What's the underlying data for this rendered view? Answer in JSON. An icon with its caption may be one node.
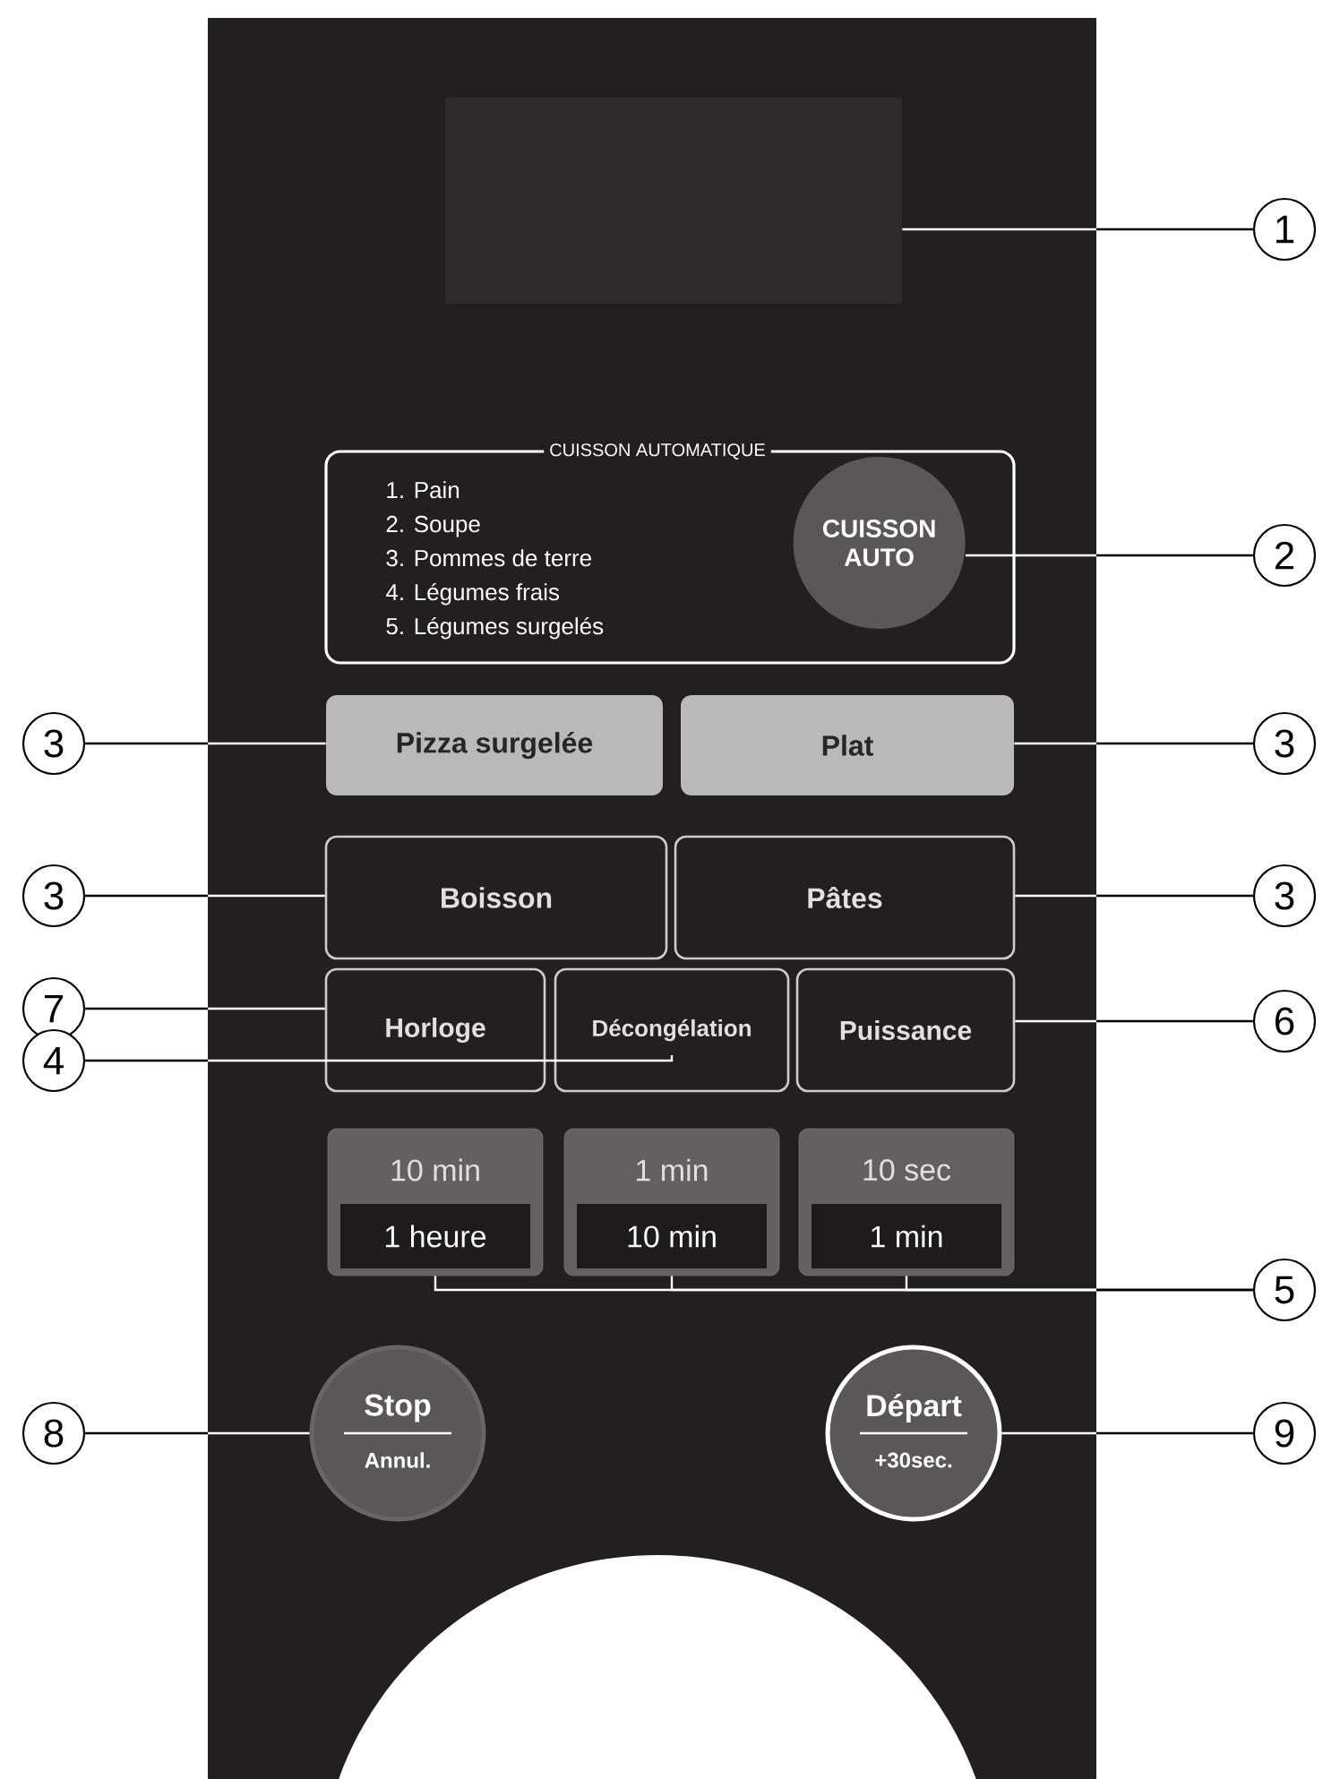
{
  "diagram": {
    "nodes": [
      {
        "text": [],
        "shape": "box"
      },
      {
        "text": [
          "CUISSON AUTOMATIQUE",
          "1. Pain",
          "2. Soupe",
          "3. Pommes de terre",
          "4. Légumes frais",
          "5. Légumes surgelés"
        ]
      },
      {
        "text": [
          "CUISSON AUTO"
        ],
        "in": 1
      },
      {
        "text": [
          "Pizza surgelée"
        ]
      },
      {
        "text": [
          "Plat"
        ]
      },
      {
        "text": [
          "Boisson"
        ]
      },
      {
        "text": [
          "Pâtes"
        ]
      },
      {
        "text": [
          "Horloge"
        ]
      },
      {
        "text": [
          "Décongélation"
        ]
      },
      {
        "text": [
          "Puissance"
        ]
      },
      {
        "text": [
          "10 min",
          "1 heure"
        ]
      },
      {
        "text": [
          "1 min",
          "10 min"
        ]
      },
      {
        "text": [
          "10 sec",
          "1 min"
        ]
      },
      {
        "text": [
          "Stop",
          "Annul."
        ]
      },
      {
        "text": [
          "Départ",
          "+30sec."
        ]
      },
      {
        "text": [
          "1"
        ]
      },
      {
        "text": [
          "2"
        ]
      },
      {
        "text": [
          "3"
        ]
      },
      {
        "text": [
          "3"
        ]
      },
      {
        "text": [
          "3"
        ]
      },
      {
        "text": [
          "3"
        ]
      },
      {
        "text": [
          "7"
        ]
      },
      {
        "text": [
          "6"
        ]
      },
      {
        "text": [
          "4"
        ]
      },
      {
        "text": [
          "5"
        ]
      },
      {
        "text": [
          "8"
        ]
      },
      {
        "text": [
          "9"
        ]
      }
    ],
    "edges": [
      {
        "from": 15,
        "to": 0,
        "arrow": "none"
      },
      {
        "from": 16,
        "to": 2,
        "arrow": "none"
      },
      {
        "from": 17,
        "to": 3,
        "arrow": "none"
      },
      {
        "from": 18,
        "to": 4,
        "arrow": "none"
      },
      {
        "from": 19,
        "to": 5,
        "arrow": "none"
      },
      {
        "from": 20,
        "to": 6,
        "arrow": "none"
      },
      {
        "from": 21,
        "to": 7,
        "arrow": "none"
      },
      {
        "from": 22,
        "to": 9,
        "arrow": "none"
      },
      {
        "from": 23,
        "to": 8,
        "arrow": "none"
      },
      {
        "from": 24,
        "to": 10,
        "arrow": "none"
      },
      {
        "from": 24,
        "to": 11,
        "arrow": "none"
      },
      {
        "from": 24,
        "to": 12,
        "arrow": "none"
      },
      {
        "from": 25,
        "to": 13,
        "arrow": "none"
      },
      {
        "from": 26,
        "to": 14,
        "arrow": "none"
      }
    ]
  }
}
